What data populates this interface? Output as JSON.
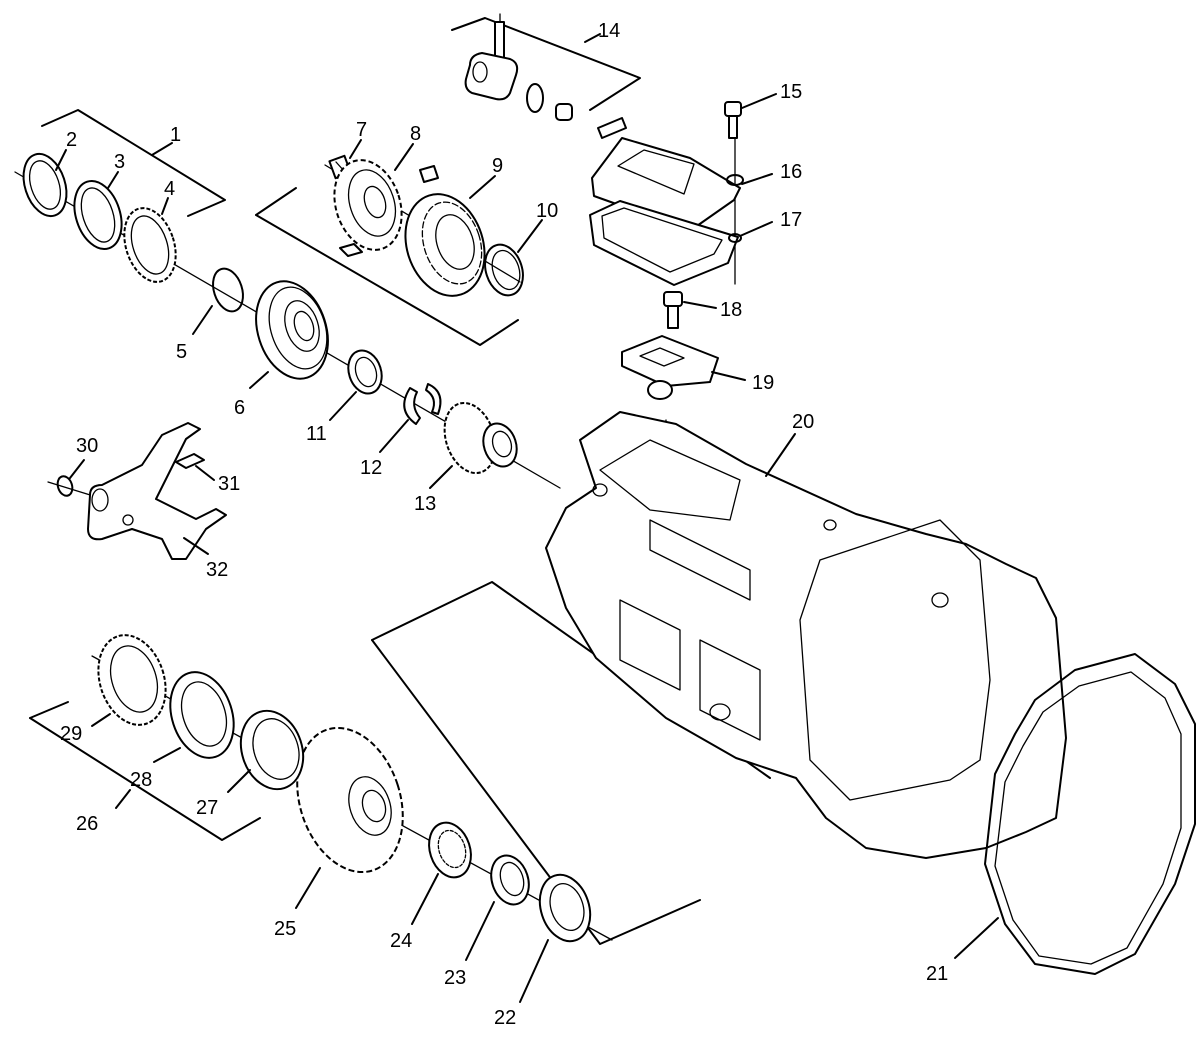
{
  "callouts": [
    "1",
    "2",
    "3",
    "4",
    "5",
    "6",
    "7",
    "8",
    "9",
    "10",
    "11",
    "12",
    "13",
    "14",
    "15",
    "16",
    "17",
    "18",
    "19",
    "20",
    "21",
    "22",
    "23",
    "24",
    "25",
    "26",
    "27",
    "28",
    "29",
    "30",
    "31",
    "32"
  ]
}
